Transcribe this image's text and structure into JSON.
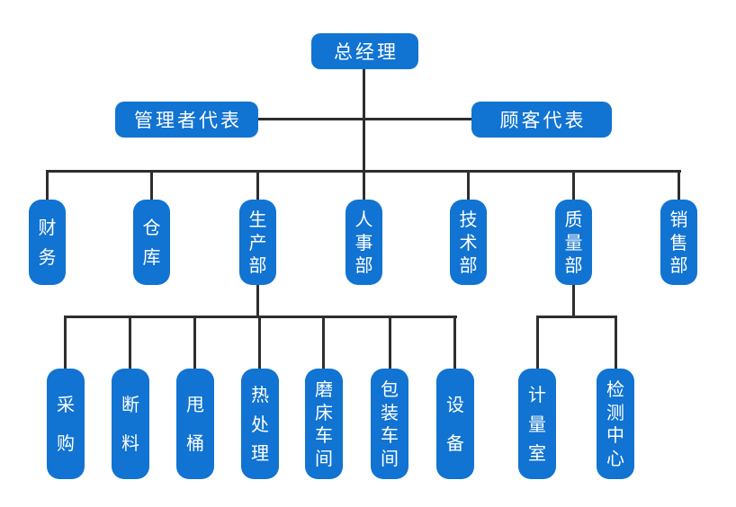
{
  "diagram": {
    "type": "org-chart",
    "colors": {
      "background": "#ffffff",
      "node_fill": "#1173d2",
      "node_text": "#ffffff",
      "line": "#2e2e2e"
    },
    "nodes": {
      "general_manager": "总经理",
      "management_representative": "管理者代表",
      "customer_representative": "顾客代表",
      "finance": "财务",
      "warehouse": "仓库",
      "production_dept": "生产部",
      "hr_dept": "人事部",
      "technology_dept": "技术部",
      "quality_dept": "质量部",
      "sales_dept": "销售部",
      "purchasing": "采购",
      "material_cutting": "断料",
      "tumbling": "甩桶",
      "heat_treatment": "热处理",
      "grinding_workshop": "磨床车间",
      "packaging_workshop": "包装车间",
      "equipment": "设备",
      "metrology_room": "计量室",
      "testing_center": "检测中心"
    },
    "edges": [
      [
        "总经理",
        "管理者代表"
      ],
      [
        "总经理",
        "顾客代表"
      ],
      [
        "总经理",
        "财务"
      ],
      [
        "总经理",
        "仓库"
      ],
      [
        "总经理",
        "生产部"
      ],
      [
        "总经理",
        "人事部"
      ],
      [
        "总经理",
        "技术部"
      ],
      [
        "总经理",
        "质量部"
      ],
      [
        "总经理",
        "销售部"
      ],
      [
        "生产部",
        "采购"
      ],
      [
        "生产部",
        "断料"
      ],
      [
        "生产部",
        "甩桶"
      ],
      [
        "生产部",
        "热处理"
      ],
      [
        "生产部",
        "磨床车间"
      ],
      [
        "生产部",
        "包装车间"
      ],
      [
        "生产部",
        "设备"
      ],
      [
        "质量部",
        "计量室"
      ],
      [
        "质量部",
        "检测中心"
      ]
    ]
  }
}
